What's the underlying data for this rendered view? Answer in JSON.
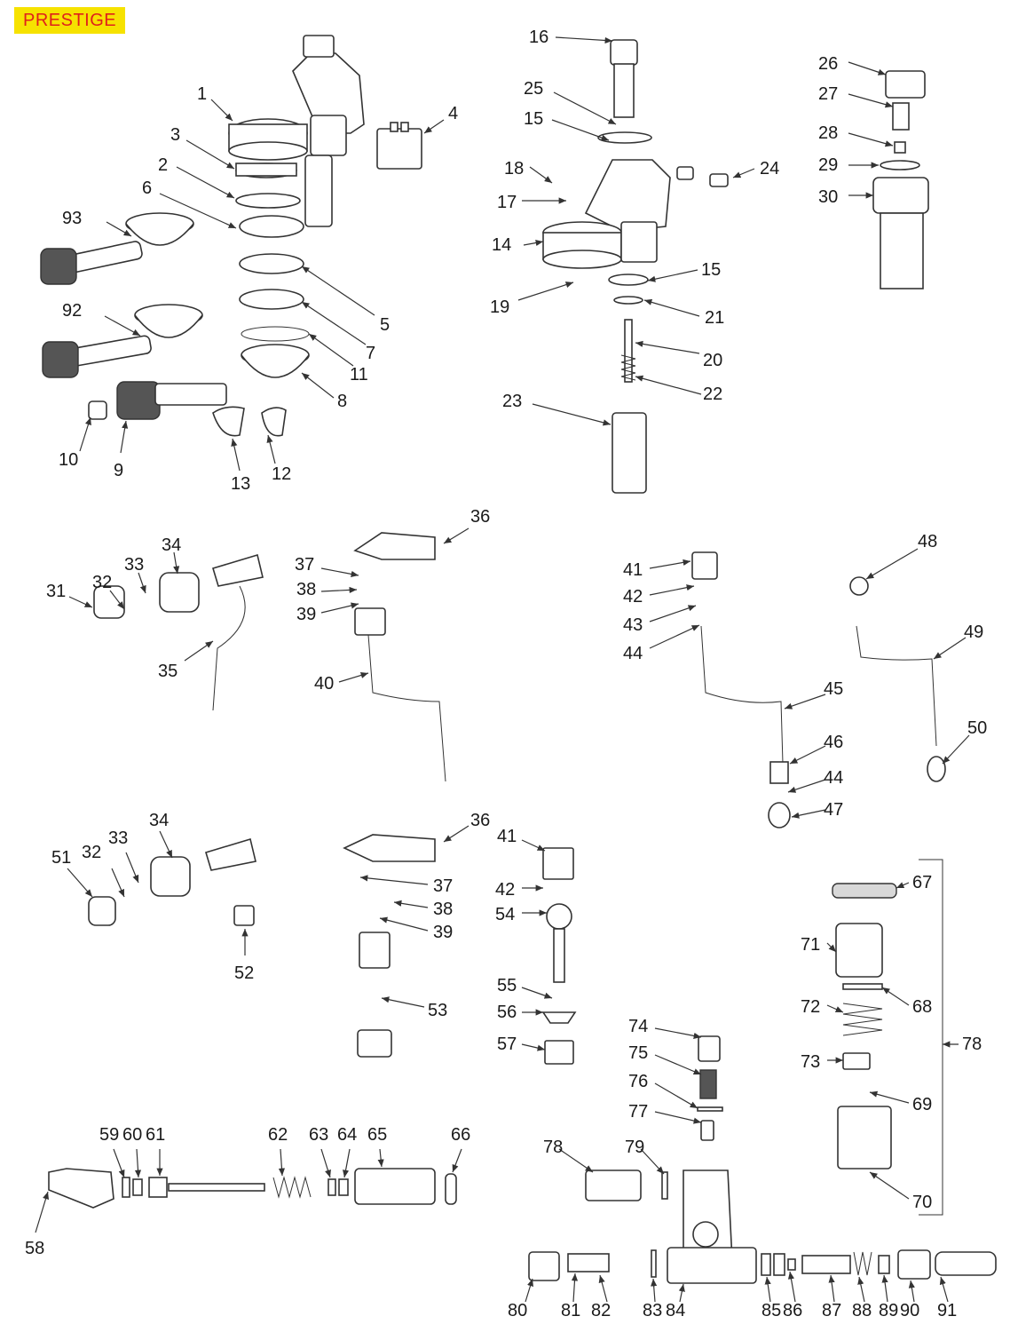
{
  "badge": "PRESTIGE",
  "callouts": [
    "1",
    "2",
    "3",
    "4",
    "5",
    "6",
    "7",
    "8",
    "9",
    "10",
    "11",
    "12",
    "13",
    "14",
    "15",
    "15",
    "16",
    "17",
    "18",
    "19",
    "20",
    "21",
    "22",
    "23",
    "24",
    "25",
    "26",
    "27",
    "28",
    "29",
    "30",
    "31",
    "32",
    "33",
    "34",
    "35",
    "36",
    "37",
    "38",
    "39",
    "40",
    "41",
    "42",
    "43",
    "44",
    "45",
    "46",
    "44",
    "47",
    "48",
    "49",
    "50",
    "51",
    "32",
    "33",
    "34",
    "52",
    "36",
    "37",
    "38",
    "39",
    "53",
    "41",
    "42",
    "54",
    "55",
    "56",
    "57",
    "58",
    "59",
    "60",
    "61",
    "62",
    "63",
    "64",
    "65",
    "66",
    "67",
    "68",
    "69",
    "70",
    "71",
    "72",
    "73",
    "74",
    "75",
    "76",
    "77",
    "78",
    "78",
    "79",
    "80",
    "81",
    "82",
    "83",
    "84",
    "85",
    "86",
    "87",
    "88",
    "89",
    "90",
    "91",
    "92",
    "93"
  ]
}
